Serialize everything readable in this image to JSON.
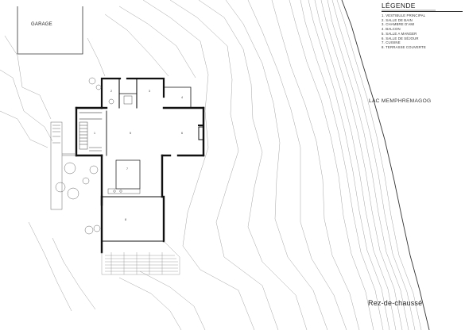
{
  "legend": {
    "title": "LÉGENDE",
    "items": [
      "1. VESTIBULE PRINCIPAL",
      "2. SALLE DE BAIN",
      "3. CHAMBRE D'AMI",
      "4. BALCON",
      "5. SALLE A MANGER",
      "6. SALLE DE SÉJOUR",
      "7. CUISINE",
      "8. TERRASSE COUVERTE"
    ]
  },
  "labels": {
    "lake": "LAC MEMPHREMAGOG",
    "garage": "GARAGE",
    "level": "Rez-de-chaussé"
  },
  "rooms": {
    "r1": "1",
    "r2": "2",
    "r3": "3",
    "r4": "4",
    "r5": "5",
    "r6": "6",
    "r7": "7",
    "r8": "8"
  },
  "colors": {
    "wall": "#111111",
    "contour": "#9a9a9a",
    "line": "#555555"
  }
}
